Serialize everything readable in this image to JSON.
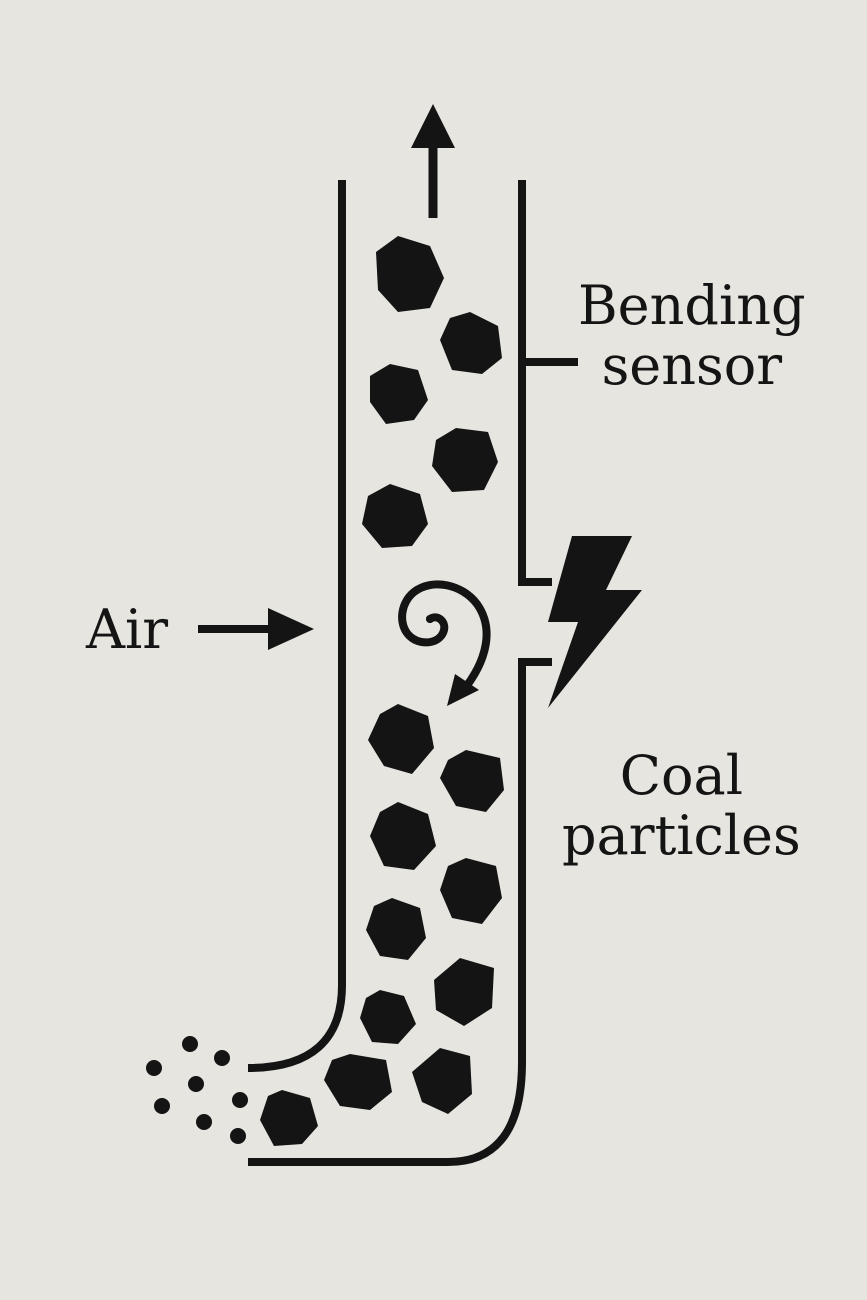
{
  "labels": {
    "sensor": [
      "Bending",
      "sensor"
    ],
    "air": "Air",
    "coal": [
      "Coal",
      "particles"
    ]
  },
  "icons": [
    "up-arrow-icon",
    "right-arrow-icon",
    "spiral-arrow-icon",
    "lightning-bolt-icon",
    "coal-particle-icon"
  ],
  "colors": {
    "background": "#e6e5e0",
    "ink": "#141414"
  }
}
